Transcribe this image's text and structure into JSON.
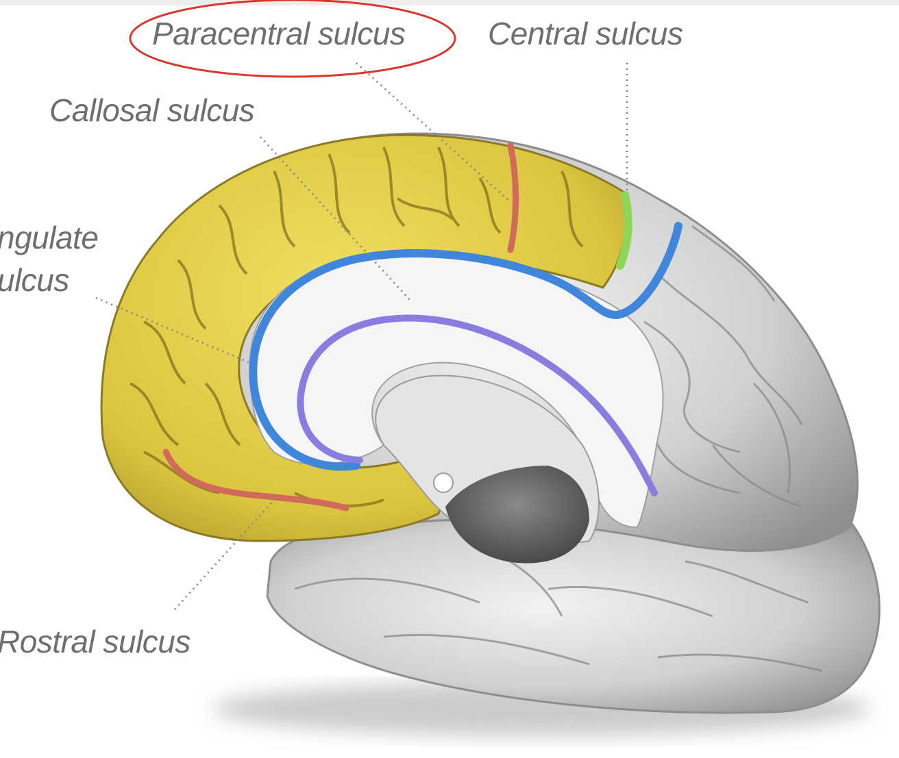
{
  "labels": {
    "paracentral": "Paracentral sulcus",
    "central": "Central sulcus",
    "callosal": "Callosal sulcus",
    "cingulate_line1": "ngulate",
    "cingulate_line2": "ulcus",
    "rostral": "Rostral sulcus"
  },
  "colors": {
    "frontal_region": "#e6cf45",
    "paracentral_sulcus": "#d06a5a",
    "rostral_sulcus": "#d06a5a",
    "central_sulcus": "#8ed65a",
    "cingulate_sulcus": "#3f86dc",
    "callosal_sulcus": "#8a7de0",
    "highlight_ellipse": "#d9362b",
    "cortex_gray": "#c9c9c9",
    "label_text": "#6e6e6e"
  }
}
